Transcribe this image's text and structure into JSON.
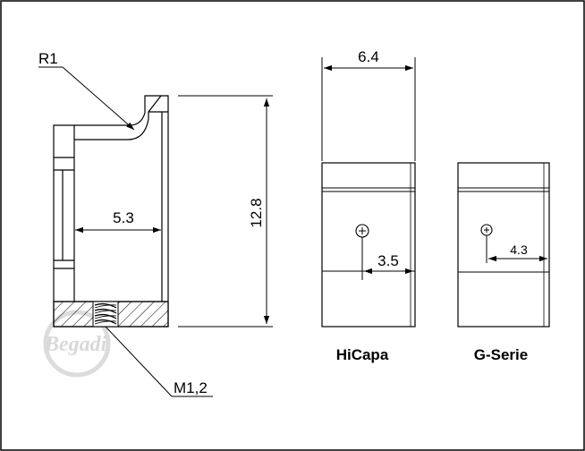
{
  "logo_text": "Begadi",
  "side_view": {
    "radius_label": "R1",
    "width_label": "5.3",
    "height_label": "12.8",
    "thread_label": "M1,2"
  },
  "hicapa": {
    "width_label": "6.4",
    "offset_label": "3.5",
    "caption": "HiCapa"
  },
  "gserie": {
    "offset_label": "4.3",
    "caption": "G-Serie"
  }
}
